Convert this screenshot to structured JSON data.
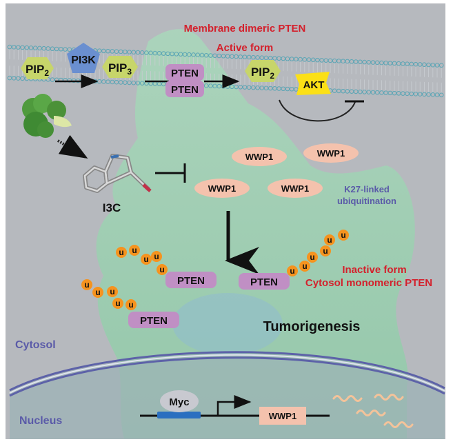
{
  "membrane": {
    "title_line1": "Membrane dimeric PTEN",
    "title_line2": "Active form"
  },
  "pathway": {
    "pip2_left": {
      "base": "PIP",
      "sub": "2"
    },
    "pi3k": "PI3K",
    "pip3": {
      "base": "PIP",
      "sub": "3"
    },
    "pten_dimer": [
      "PTEN",
      "PTEN"
    ],
    "pip2_right": {
      "base": "PIP",
      "sub": "2"
    },
    "akt": "AKT"
  },
  "compound": {
    "source": "broccoli",
    "label": "I3C"
  },
  "wwp1_cluster": [
    "WWP1",
    "WWP1",
    "WWP1",
    "WWP1"
  ],
  "ubiquitination_label": {
    "line1": "K27-linked",
    "line2": "ubiquitination"
  },
  "ubiquitin_glyph": "u",
  "ubiquitinated_pten": [
    {
      "label": "PTEN",
      "ubiquitin_count": 5
    },
    {
      "label": "PTEN",
      "ubiquitin_count": 5
    },
    {
      "label": "PTEN",
      "ubiquitin_count": 6
    }
  ],
  "inactive_label": {
    "line1": "Inactive form",
    "line2": "Cytosol monomeric PTEN"
  },
  "outcome": "Tumorigenesis",
  "compartments": {
    "cytosol": "Cytosol",
    "nucleus": "Nucleus"
  },
  "gene": {
    "transcription_factor": "Myc",
    "gene_name": "WWP1",
    "mrna_count": 4
  },
  "colors": {
    "background_gray": "#b4b8bd",
    "cell_green": "#9fd2b4",
    "red_text": "#d4202c",
    "blue_text": "#5a5aa8",
    "pip_green": "#c7d56a",
    "pi3k_blue": "#6a8fd0",
    "pten_purple": "#c08fc4",
    "akt_yellow": "#fbe016",
    "wwp1_salmon": "#f4c2ad",
    "ubiquitin_orange": "#f5931f",
    "nucleus_fill": "#9cb3b6",
    "nuclear_envelope": "#5d62a8",
    "myc_site_blue": "#2a6fc0",
    "mrna_color": "#f4c39a"
  }
}
